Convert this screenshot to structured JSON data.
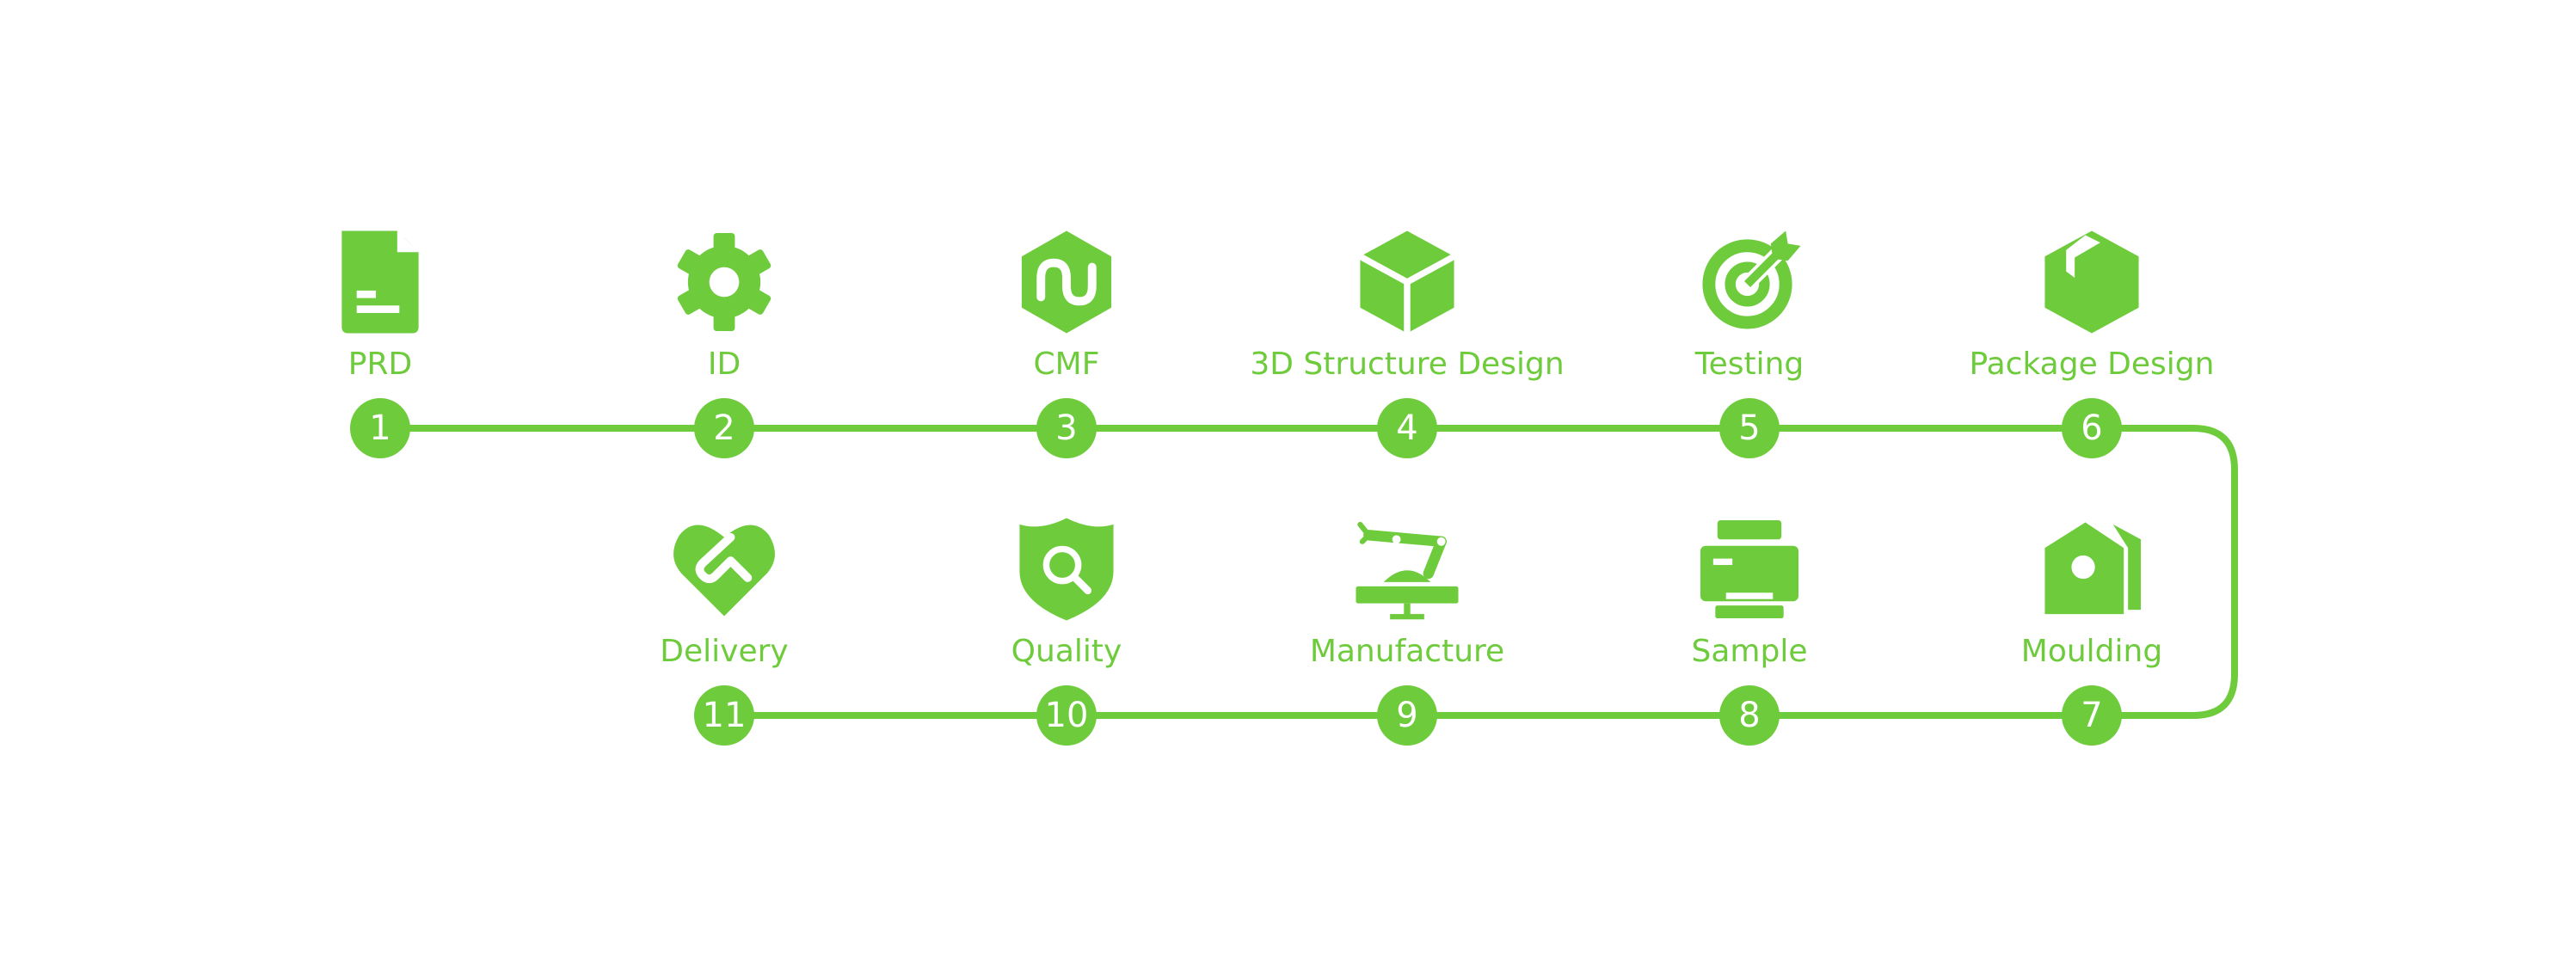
{
  "accent_color": "#6ecb3c",
  "steps": [
    {
      "number": "1",
      "label": "PRD",
      "icon": "document-icon"
    },
    {
      "number": "2",
      "label": "ID",
      "icon": "gear-icon"
    },
    {
      "number": "3",
      "label": "CMF",
      "icon": "hexagon-wave-icon"
    },
    {
      "number": "4",
      "label": "3D Structure Design",
      "icon": "cube-icon"
    },
    {
      "number": "5",
      "label": "Testing",
      "icon": "target-icon"
    },
    {
      "number": "6",
      "label": "Package Design",
      "icon": "package-box-icon"
    },
    {
      "number": "7",
      "label": "Moulding",
      "icon": "mould-tag-icon"
    },
    {
      "number": "8",
      "label": "Sample",
      "icon": "printer-icon"
    },
    {
      "number": "9",
      "label": "Manufacture",
      "icon": "robot-arm-icon"
    },
    {
      "number": "10",
      "label": "Quality",
      "icon": "shield-search-icon"
    },
    {
      "number": "11",
      "label": "Delivery",
      "icon": "heart-handshake-icon"
    }
  ]
}
